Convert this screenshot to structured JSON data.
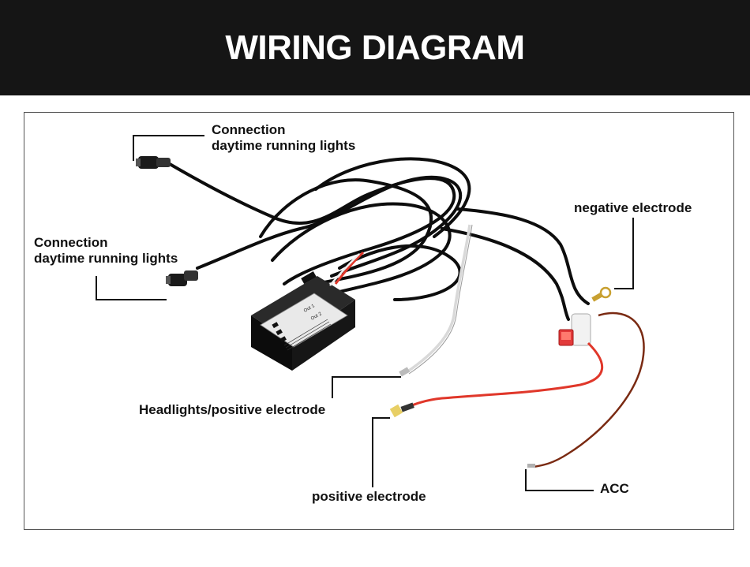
{
  "header": {
    "title": "WIRING DIAGRAM"
  },
  "labels": {
    "drl_top": {
      "line1": "Connection",
      "line2": "daytime running lights"
    },
    "drl_left": {
      "line1": "Connection",
      "line2": "daytime running lights"
    },
    "negative": "negative electrode",
    "headlights": "Headlights/positive electrode",
    "positive": "positive electrode",
    "acc": "ACC"
  },
  "module_text": {
    "out1": "Out 1",
    "out2": "Out 2"
  },
  "colors": {
    "banner": "#151515",
    "wire_black": "#0d0d0d",
    "wire_red": "#e0372a",
    "wire_brown": "#7a2a12",
    "fuse_red": "#e23a3a"
  }
}
